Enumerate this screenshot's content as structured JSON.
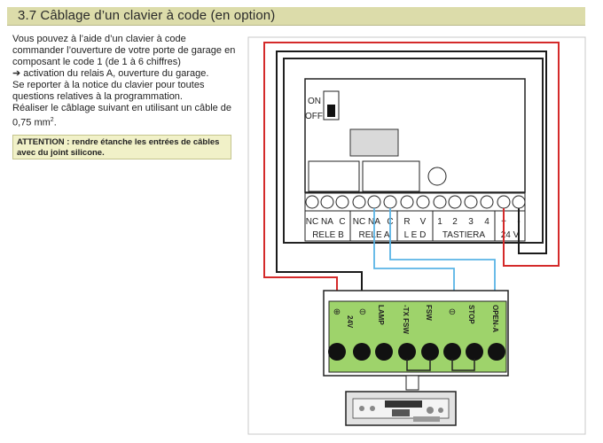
{
  "header": {
    "title": "3.7 Câblage d’un clavier à code (en option)"
  },
  "intro": {
    "lines": [
      "Vous pouvez à l’aide d’un clavier à code",
      "commander l’ouverture de votre porte de garage en",
      "composant le code 1 (de 1 à 6 chiffres)",
      "➔ activation du relais A, ouverture du garage.",
      "Se reporter à la notice du clavier pour toutes",
      "questions relatives à la programmation.",
      "Réaliser le câblage suivant en utilisant un câble de"
    ],
    "cable_value": "0,75 mm",
    "cable_exp": "2",
    "cable_end": "."
  },
  "attention": {
    "line1": "ATTENTION : rendre étanche les entrées de câbles",
    "line2": "avec du joint silicone."
  },
  "keypad": {
    "switch_on": "ON",
    "switch_off": "OFF",
    "terminals": [
      "NC",
      "NA",
      "C",
      "NC",
      "NA",
      "C",
      "R",
      "V",
      "1",
      "2",
      "3",
      "4",
      "+",
      "-"
    ],
    "group_labels": {
      "rele_b": "RELE B",
      "rele_a": "RELE A",
      "led": "L E D",
      "tastiera": "TASTIERA",
      "power": "24 V"
    }
  },
  "controller": {
    "terminals": [
      "24V",
      "LAMP",
      "-TX FSW",
      "FSW",
      "STOP",
      "OPEN-A"
    ],
    "symbols": {
      "plus": "⊕",
      "minus": "⊖"
    }
  },
  "colors": {
    "red_wire": "#d42a2a",
    "blue_wire": "#5ab4e6",
    "black_wire": "#1a1a1a",
    "controller_green": "#9ed36b",
    "header_bg": "#dcdcaa",
    "attention_bg": "#f1f1c8"
  }
}
